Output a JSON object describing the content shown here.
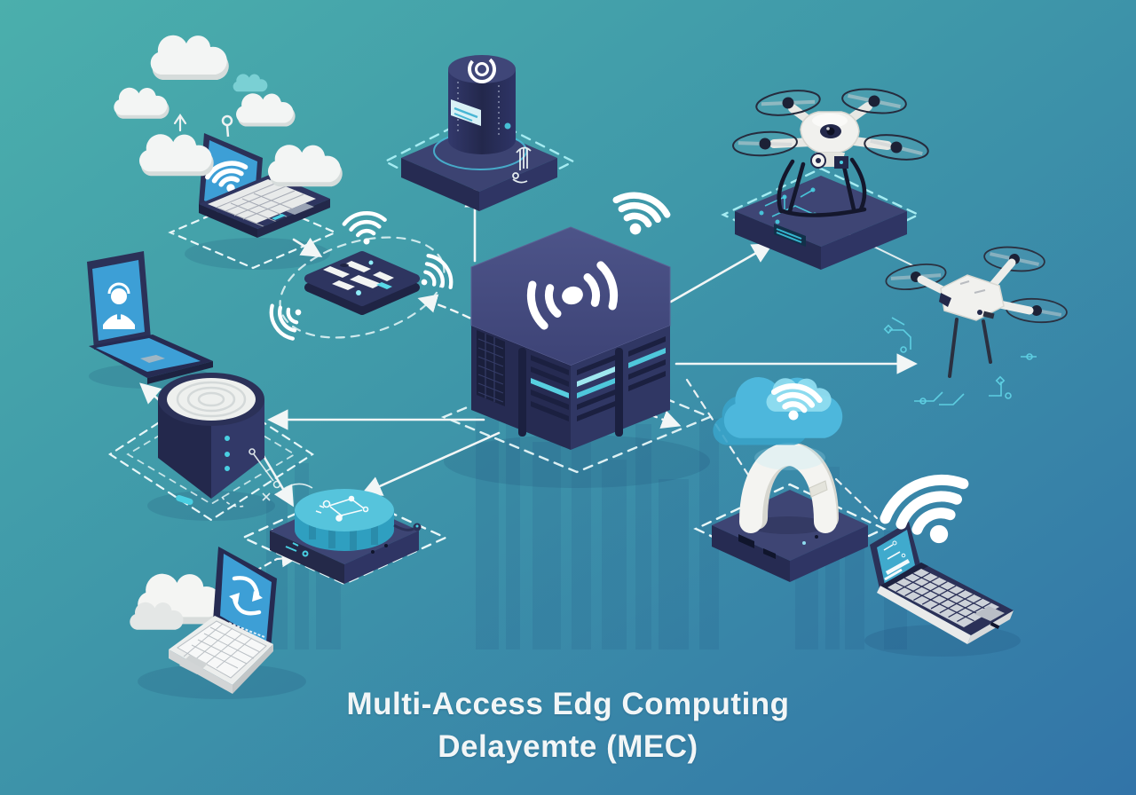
{
  "title": {
    "line1": "Multi-Access Edg Computing",
    "line2": "Delayemte (MEC)"
  },
  "palette": {
    "background_top_left": "#4bafac",
    "background_bottom_right": "#3274a8",
    "device_body_dark": "#2b3158",
    "device_top_light": "#454c7e",
    "accent_teal": "#49cfe2",
    "dashed_outline": "#e8f7f8",
    "white": "#f2f4f3"
  },
  "nodes": [
    {
      "id": "mec-server",
      "label": "MEC edge server hexagon",
      "icon": "wifi-icon"
    },
    {
      "id": "edge-cylinder-server",
      "label": "Edge micro data center cylinder",
      "icon": "ring-icon"
    },
    {
      "id": "drone-pad",
      "label": "Drone on landing pad",
      "icon": "drone-icon"
    },
    {
      "id": "flying-drone",
      "label": "Flying drone",
      "icon": "drone-icon"
    },
    {
      "id": "iot-gateway",
      "label": "Gateway arch with cloud Wi-Fi",
      "icon": "cloud-wifi-icon"
    },
    {
      "id": "laptop-wifi",
      "label": "Laptop with Wi-Fi signal",
      "icon": "wifi-icon"
    },
    {
      "id": "laptop-cloud",
      "label": "Laptop with cloud sync",
      "icon": "wifi-icon"
    },
    {
      "id": "laptop-user",
      "label": "Laptop with user call",
      "icon": "user-icon"
    },
    {
      "id": "smart-hub",
      "label": "Smart hub canister",
      "icon": "speaker-rings-icon"
    },
    {
      "id": "data-disc",
      "label": "Data disc platform",
      "icon": "circuit-nodes-icon"
    },
    {
      "id": "laptop-transfer",
      "label": "Laptop with transfer arrows",
      "icon": "sync-arrows-icon"
    },
    {
      "id": "router-pad",
      "label": "Wireless router pad",
      "icon": "signal-ripples-icon"
    }
  ],
  "connections": [
    {
      "from": "mec-server",
      "to": "edge-cylinder-server",
      "style": "solid-arrow"
    },
    {
      "from": "mec-server",
      "to": "drone-pad",
      "style": "solid-arrow"
    },
    {
      "from": "mec-server",
      "to": "flying-drone",
      "style": "solid-arrow"
    },
    {
      "from": "mec-server",
      "to": "smart-hub",
      "style": "solid-arrow"
    },
    {
      "from": "mec-server",
      "to": "data-disc",
      "style": "solid-arrow"
    },
    {
      "from": "mec-server",
      "to": "iot-gateway",
      "style": "dashed-arrow"
    },
    {
      "from": "mec-server",
      "to": "router-pad",
      "style": "dashed-arrow"
    },
    {
      "from": "smart-hub",
      "to": "data-disc",
      "style": "solid-arrow"
    },
    {
      "from": "smart-hub",
      "to": "laptop-user",
      "style": "solid-arrow"
    },
    {
      "from": "laptop-cloud",
      "to": "router-pad",
      "style": "solid-arrow"
    },
    {
      "from": "laptop-transfer",
      "to": "data-disc",
      "style": "dashed-arrow"
    },
    {
      "from": "iot-gateway",
      "to": "laptop-wifi",
      "style": "dashed-line"
    }
  ]
}
